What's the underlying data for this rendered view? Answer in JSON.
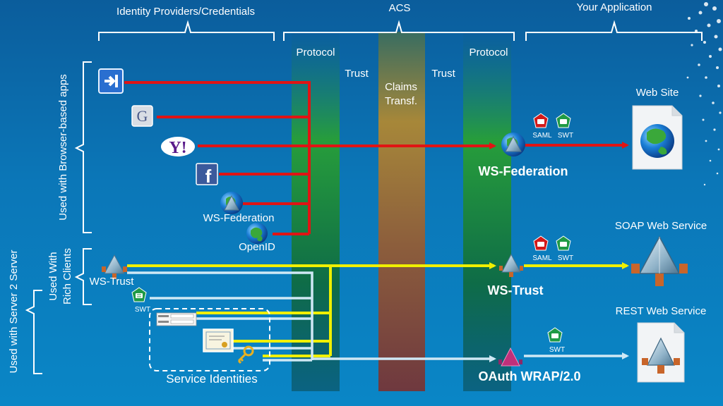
{
  "headers": {
    "identity_providers": "Identity Providers/Credentials",
    "acs": "ACS",
    "your_application": "Your Application"
  },
  "columns": {
    "protocol_left": "Protocol",
    "trust_left": "Trust",
    "claims_line1": "Claims",
    "claims_line2": "Transf.",
    "trust_right": "Trust",
    "protocol_right": "Protocol"
  },
  "side_groups": {
    "browser_apps": "Used with Browser-based apps",
    "rich_clients_line1": "Used With",
    "rich_clients_line2": "Rich Clients",
    "server2server": "Used with Server 2 Server"
  },
  "identity_labels": {
    "ws_federation": "WS-Federation",
    "openid": "OpenID",
    "ws_trust": "WS-Trust",
    "swt": "SWT",
    "service_identities": "Service Identities"
  },
  "protocols": {
    "ws_federation": "WS-Federation",
    "ws_trust": "WS-Trust",
    "oauth_wrap": "OAuth WRAP/2.0"
  },
  "token_labels": {
    "saml": "SAML",
    "swt": "SWT"
  },
  "apps": {
    "web_site": "Web Site",
    "soap_service": "SOAP Web Service",
    "rest_service": "REST Web Service"
  },
  "icon_glyphs": {
    "google": "G",
    "yahoo": "Y!",
    "facebook": "f"
  },
  "colors": {
    "red_line": "#e01414",
    "yellow_line": "#f0f000",
    "light_line": "#cfe8f5",
    "token_red": "#d21a1a",
    "token_green": "#1f9a45"
  }
}
